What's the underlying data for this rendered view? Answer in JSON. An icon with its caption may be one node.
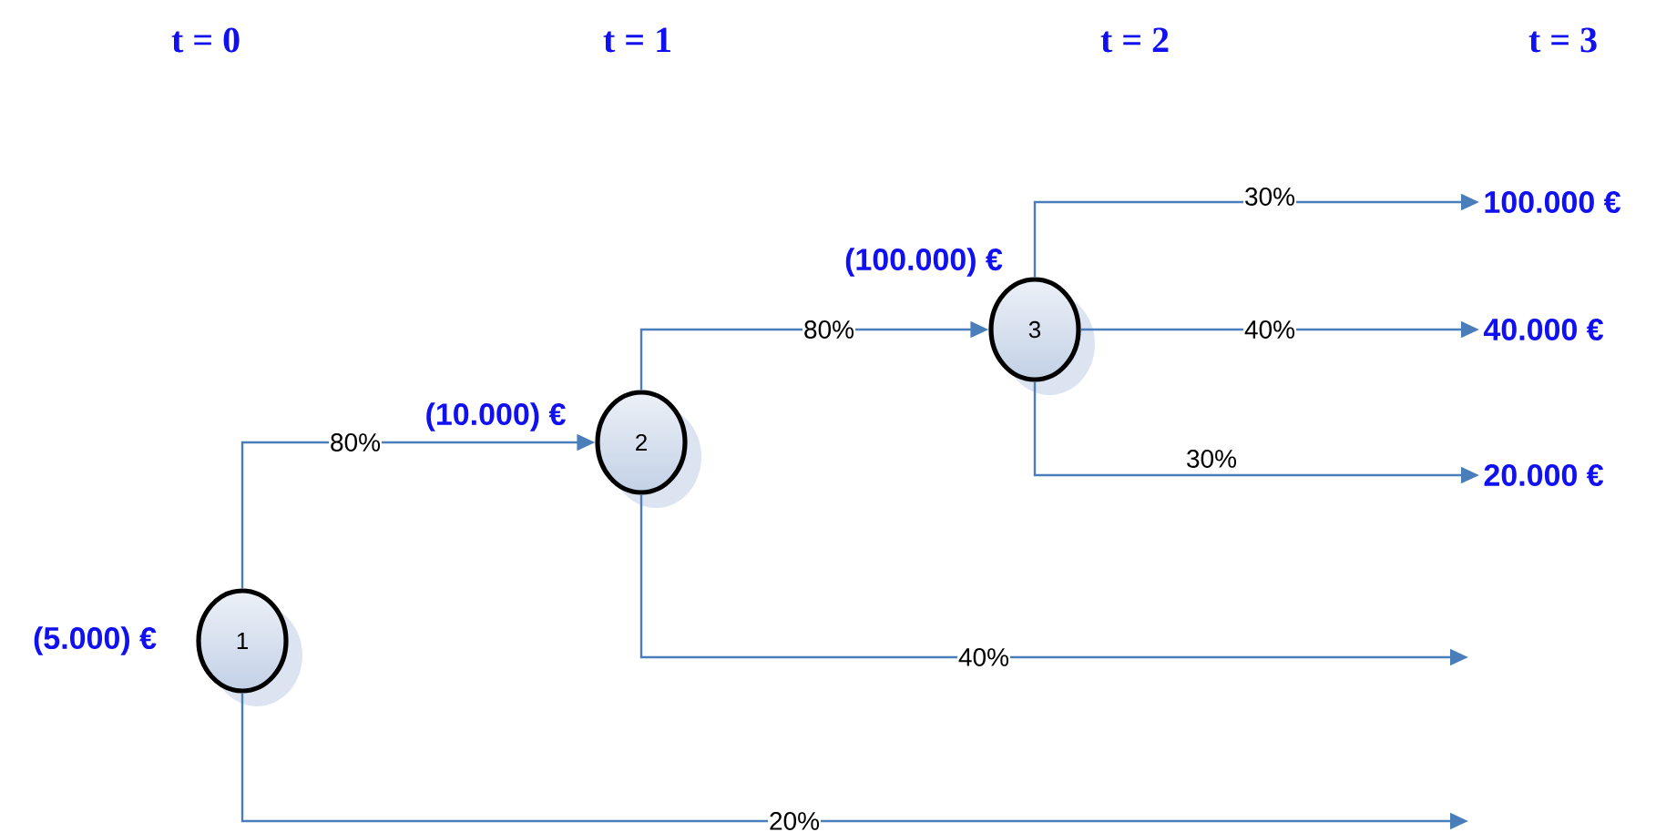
{
  "diagram": {
    "nodes": [
      {
        "text": [
          "1"
        ],
        "beside": [
          "(5.000) €"
        ]
      },
      {
        "text": [
          "2"
        ],
        "beside": [
          "(10.000) €"
        ]
      },
      {
        "text": [
          "3"
        ],
        "beside": [
          "(100.000) €"
        ]
      },
      {
        "text": [
          "100.000 €"
        ]
      },
      {
        "text": [
          "40.000 €"
        ]
      },
      {
        "text": [
          "20.000 €"
        ]
      }
    ],
    "edges": [
      {
        "from": 0,
        "to": 1,
        "arrow": "to",
        "label": "80%"
      },
      {
        "from": 1,
        "to": 2,
        "arrow": "to",
        "label": "80%"
      },
      {
        "from": 2,
        "to": 3,
        "arrow": "to",
        "label": "30%"
      },
      {
        "from": 2,
        "to": 4,
        "arrow": "to",
        "label": "40%"
      },
      {
        "from": 2,
        "to": 5,
        "arrow": "to",
        "label": "30%"
      },
      {
        "from": 1,
        "to": null,
        "arrow": "to",
        "label": "40%"
      },
      {
        "from": 0,
        "to": null,
        "arrow": "to",
        "label": "20%"
      }
    ],
    "labels": [
      "t = 0",
      "t = 1",
      "t = 2",
      "t = 3"
    ]
  }
}
